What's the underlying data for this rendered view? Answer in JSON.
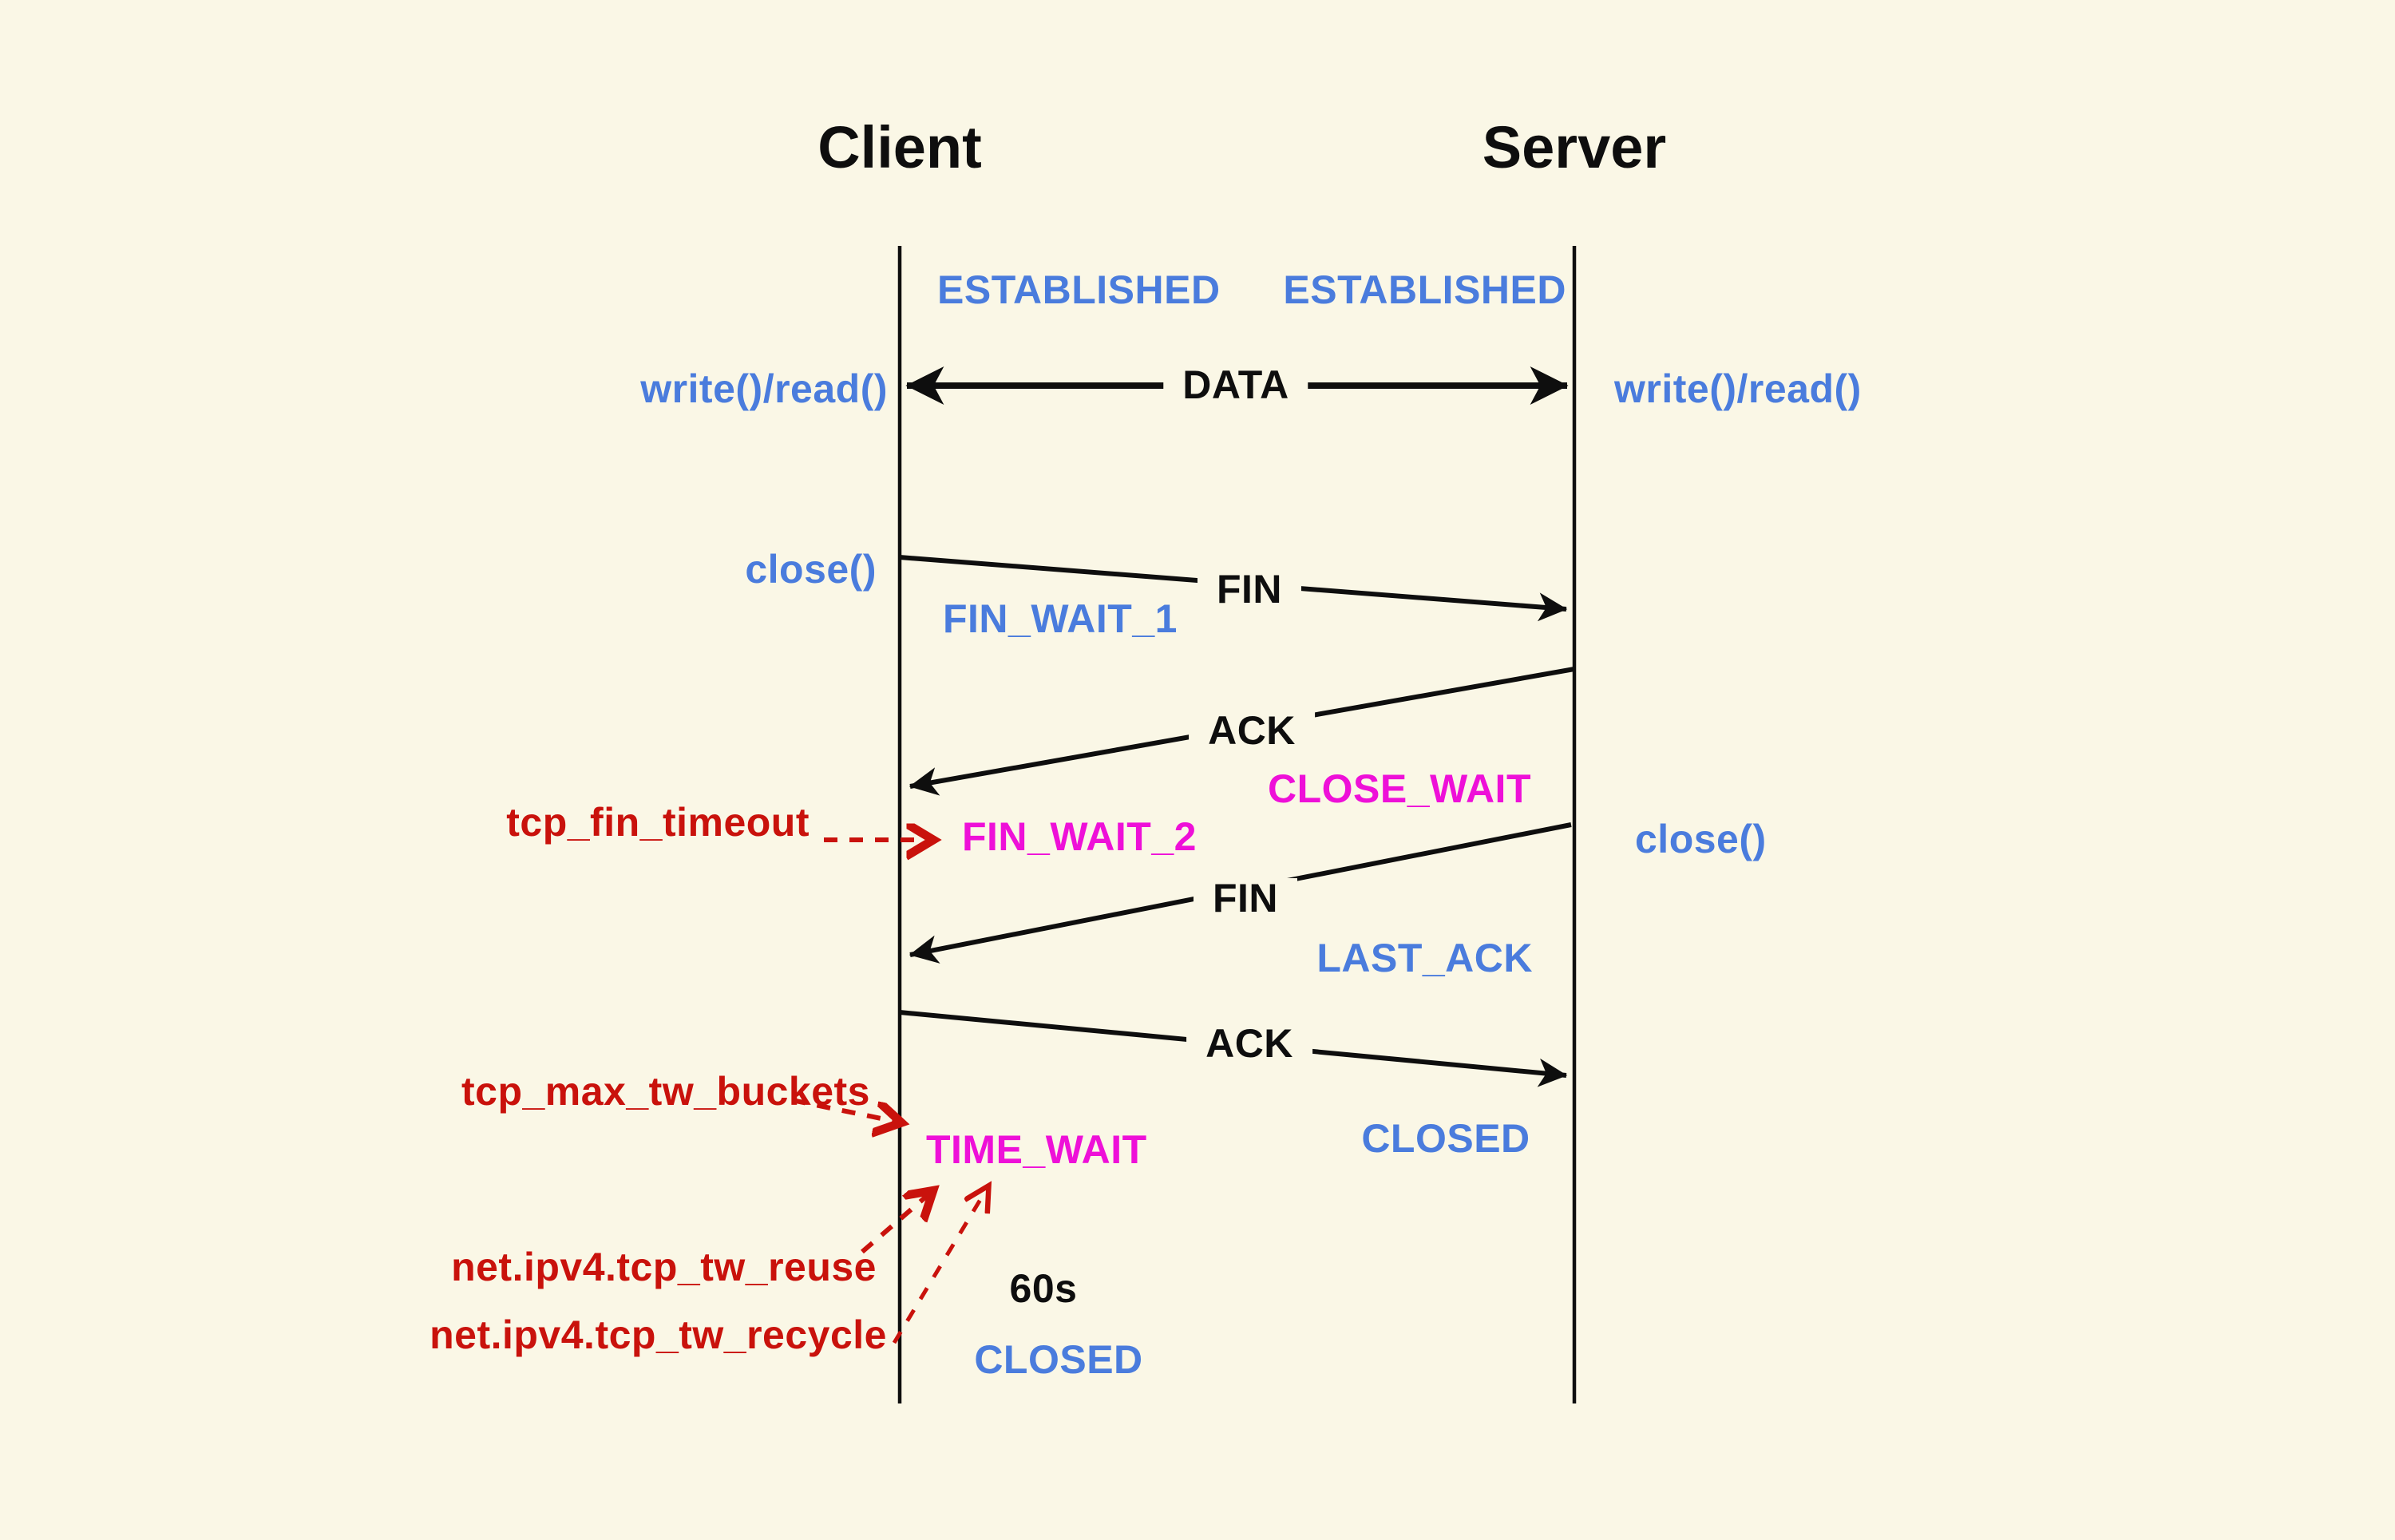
{
  "colors": {
    "background": "#faf7e6",
    "state_blue": "#4a7cdd",
    "state_magenta": "#ee10d8",
    "tunable_red": "#c9120c",
    "line_black": "#0e0e0e"
  },
  "columns": {
    "client": "Client",
    "server": "Server"
  },
  "states": {
    "established_client": "ESTABLISHED",
    "established_server": "ESTABLISHED",
    "fin_wait_1": "FIN_WAIT_1",
    "close_wait": "CLOSE_WAIT",
    "fin_wait_2": "FIN_WAIT_2",
    "last_ack": "LAST_ACK",
    "time_wait": "TIME_WAIT",
    "closed_server": "CLOSED",
    "closed_client": "CLOSED"
  },
  "events": {
    "write_read_client": "write()/read()",
    "write_read_server": "write()/read()",
    "close_client": "close()",
    "close_server": "close()"
  },
  "messages": {
    "data": "DATA",
    "fin_1": "FIN",
    "ack_1": "ACK",
    "fin_2": "FIN",
    "ack_2": "ACK"
  },
  "annotations": {
    "tcp_fin_timeout": "tcp_fin_timeout",
    "tcp_max_tw_buckets": "tcp_max_tw_buckets",
    "tcp_tw_reuse": "net.ipv4.tcp_tw_reuse",
    "tcp_tw_recycle": "net.ipv4.tcp_tw_recycle",
    "time_wait_duration": "60s"
  }
}
